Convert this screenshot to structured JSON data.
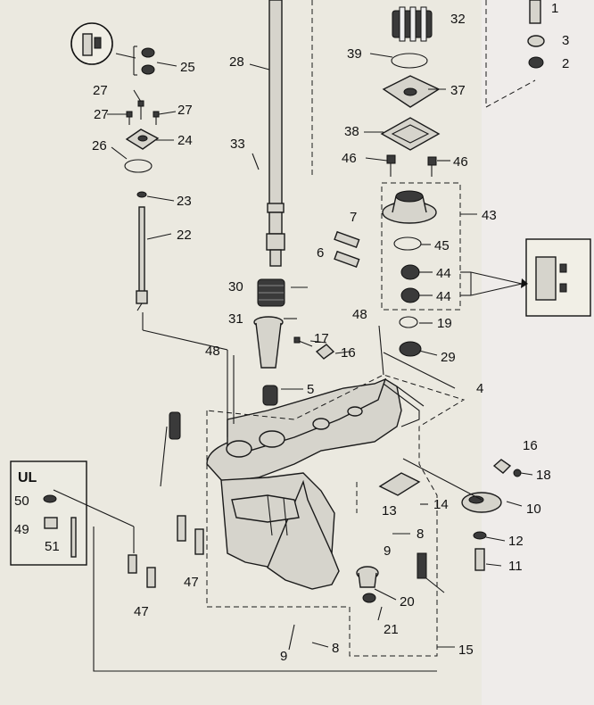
{
  "diagram": {
    "inset_label": "UL",
    "callouts": [
      "1",
      "2",
      "3",
      "4",
      "5",
      "6",
      "7",
      "8",
      "9",
      "10",
      "11",
      "12",
      "13",
      "14",
      "15",
      "16",
      "17",
      "18",
      "19",
      "20",
      "21",
      "22",
      "23",
      "24",
      "25",
      "26",
      "27",
      "28",
      "29",
      "30",
      "31",
      "32",
      "33",
      "37",
      "38",
      "39",
      "43",
      "44",
      "45",
      "46",
      "47",
      "48",
      "49",
      "50",
      "51"
    ]
  }
}
